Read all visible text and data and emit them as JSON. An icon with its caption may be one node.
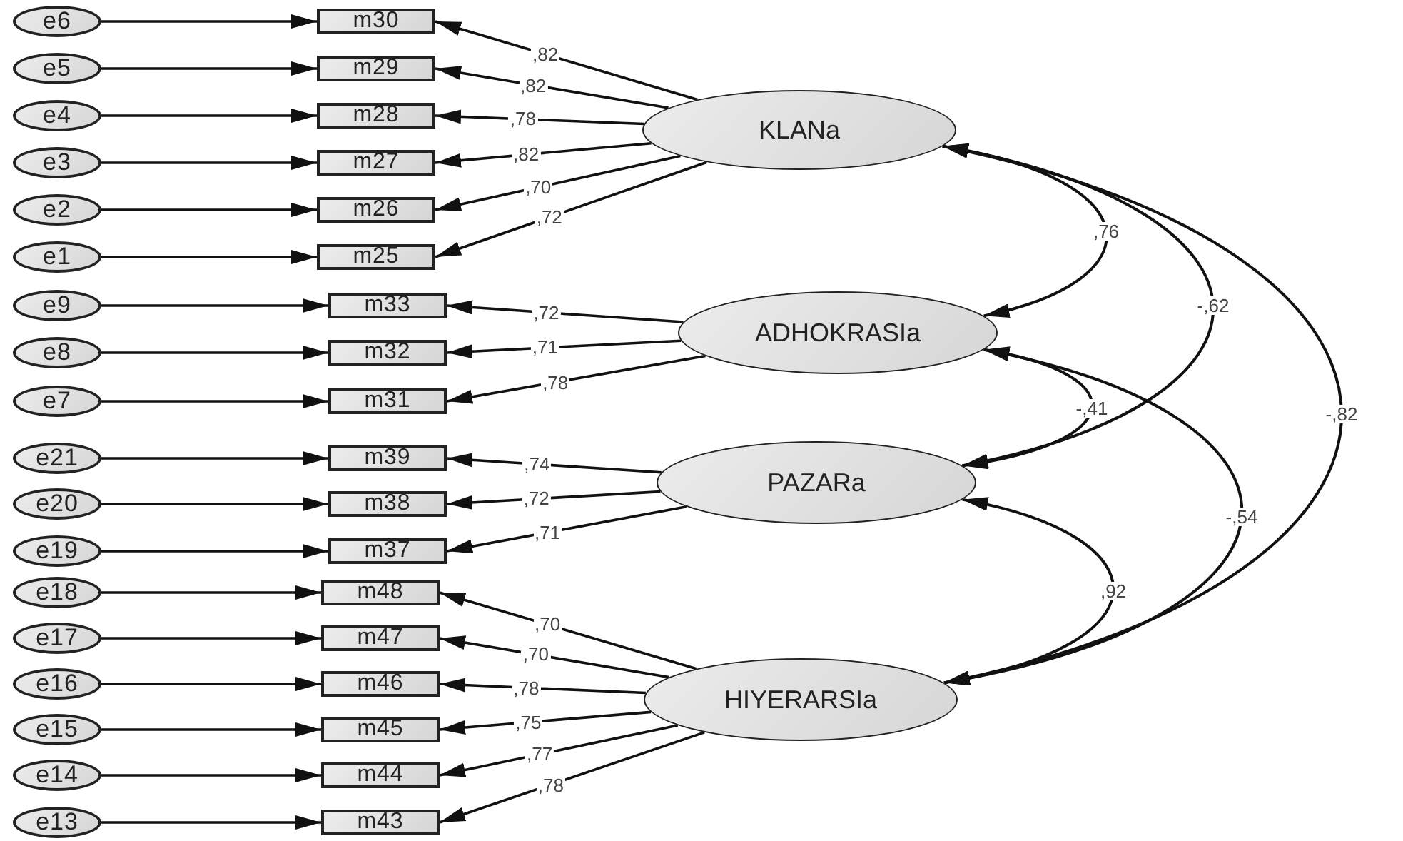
{
  "diagram": {
    "nodes": [
      {
        "text": [
          "e6"
        ]
      },
      {
        "text": [
          "m30"
        ]
      },
      {
        "text": [
          "e5"
        ]
      },
      {
        "text": [
          "m29"
        ]
      },
      {
        "text": [
          "e4"
        ]
      },
      {
        "text": [
          "m28"
        ]
      },
      {
        "text": [
          "e3"
        ]
      },
      {
        "text": [
          "m27"
        ]
      },
      {
        "text": [
          "e2"
        ]
      },
      {
        "text": [
          "m26"
        ]
      },
      {
        "text": [
          "e1"
        ]
      },
      {
        "text": [
          "m25"
        ]
      },
      {
        "text": [
          "KLANa"
        ]
      },
      {
        "text": [
          "e9"
        ]
      },
      {
        "text": [
          "m33"
        ]
      },
      {
        "text": [
          "e8"
        ]
      },
      {
        "text": [
          "m32"
        ]
      },
      {
        "text": [
          "e7"
        ]
      },
      {
        "text": [
          "m31"
        ]
      },
      {
        "text": [
          "ADHOKRASIa"
        ]
      },
      {
        "text": [
          "e21"
        ]
      },
      {
        "text": [
          "m39"
        ]
      },
      {
        "text": [
          "e20"
        ]
      },
      {
        "text": [
          "m38"
        ]
      },
      {
        "text": [
          "e19"
        ]
      },
      {
        "text": [
          "m37"
        ]
      },
      {
        "text": [
          "PAZARa"
        ]
      },
      {
        "text": [
          "e18"
        ]
      },
      {
        "text": [
          "m48"
        ]
      },
      {
        "text": [
          "e17"
        ]
      },
      {
        "text": [
          "m47"
        ]
      },
      {
        "text": [
          "e16"
        ]
      },
      {
        "text": [
          "m46"
        ]
      },
      {
        "text": [
          "e15"
        ]
      },
      {
        "text": [
          "m45"
        ]
      },
      {
        "text": [
          "e14"
        ]
      },
      {
        "text": [
          "m44"
        ]
      },
      {
        "text": [
          "e13"
        ]
      },
      {
        "text": [
          "m43"
        ]
      },
      {
        "text": [
          "HIYERARSIa"
        ]
      }
    ],
    "edges": [
      {
        "from": 0,
        "to": 1,
        "arrow": "to"
      },
      {
        "from": 2,
        "to": 3,
        "arrow": "to"
      },
      {
        "from": 4,
        "to": 5,
        "arrow": "to"
      },
      {
        "from": 6,
        "to": 7,
        "arrow": "to"
      },
      {
        "from": 8,
        "to": 9,
        "arrow": "to"
      },
      {
        "from": 10,
        "to": 11,
        "arrow": "to"
      },
      {
        "from": 13,
        "to": 14,
        "arrow": "to"
      },
      {
        "from": 15,
        "to": 16,
        "arrow": "to"
      },
      {
        "from": 17,
        "to": 18,
        "arrow": "to"
      },
      {
        "from": 20,
        "to": 21,
        "arrow": "to"
      },
      {
        "from": 22,
        "to": 23,
        "arrow": "to"
      },
      {
        "from": 24,
        "to": 25,
        "arrow": "to"
      },
      {
        "from": 27,
        "to": 28,
        "arrow": "to"
      },
      {
        "from": 29,
        "to": 30,
        "arrow": "to"
      },
      {
        "from": 31,
        "to": 32,
        "arrow": "to"
      },
      {
        "from": 33,
        "to": 34,
        "arrow": "to"
      },
      {
        "from": 35,
        "to": 36,
        "arrow": "to"
      },
      {
        "from": 37,
        "to": 38,
        "arrow": "to"
      },
      {
        "from": 12,
        "to": 1,
        "arrow": "to",
        "label": ",82"
      },
      {
        "from": 12,
        "to": 3,
        "arrow": "to",
        "label": ",82"
      },
      {
        "from": 12,
        "to": 5,
        "arrow": "to",
        "label": ",78"
      },
      {
        "from": 12,
        "to": 7,
        "arrow": "to",
        "label": ",82"
      },
      {
        "from": 12,
        "to": 9,
        "arrow": "to",
        "label": ",70"
      },
      {
        "from": 12,
        "to": 11,
        "arrow": "to",
        "label": ",72"
      },
      {
        "from": 19,
        "to": 14,
        "arrow": "to",
        "label": ",72"
      },
      {
        "from": 19,
        "to": 16,
        "arrow": "to",
        "label": ",71"
      },
      {
        "from": 19,
        "to": 18,
        "arrow": "to",
        "label": ",78"
      },
      {
        "from": 26,
        "to": 21,
        "arrow": "to",
        "label": ",74"
      },
      {
        "from": 26,
        "to": 23,
        "arrow": "to",
        "label": ",72"
      },
      {
        "from": 26,
        "to": 25,
        "arrow": "to",
        "label": ",71"
      },
      {
        "from": 39,
        "to": 28,
        "arrow": "to",
        "label": ",70"
      },
      {
        "from": 39,
        "to": 30,
        "arrow": "to",
        "label": ",70"
      },
      {
        "from": 39,
        "to": 32,
        "arrow": "to",
        "label": ",78"
      },
      {
        "from": 39,
        "to": 34,
        "arrow": "to",
        "label": ",75"
      },
      {
        "from": 39,
        "to": 36,
        "arrow": "to",
        "label": ",77"
      },
      {
        "from": 39,
        "to": 38,
        "arrow": "to",
        "label": ",78"
      },
      {
        "from": 12,
        "to": 19,
        "arrow": "both",
        "label": ",76"
      },
      {
        "from": 12,
        "to": 26,
        "arrow": "both",
        "label": "-,62"
      },
      {
        "from": 12,
        "to": 39,
        "arrow": "both",
        "label": "-,82"
      },
      {
        "from": 19,
        "to": 26,
        "arrow": "both",
        "label": "-,41"
      },
      {
        "from": 19,
        "to": 39,
        "arrow": "both",
        "label": "-,54"
      },
      {
        "from": 26,
        "to": 39,
        "arrow": "both",
        "label": ",92"
      }
    ]
  }
}
